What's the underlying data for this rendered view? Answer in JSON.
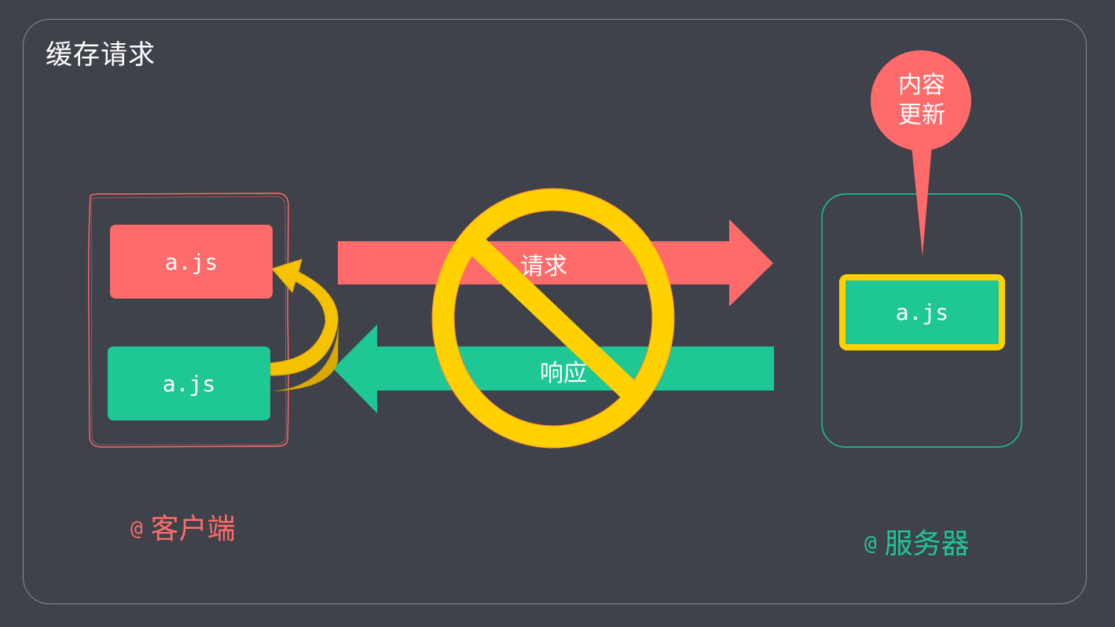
{
  "title": "缓存请求",
  "client": {
    "cached_file": "a.js",
    "new_file": "a.js",
    "at_symbol": "@",
    "label": "客户端"
  },
  "server": {
    "file": "a.js",
    "at_symbol": "@",
    "label": "服务器",
    "bubble_line1": "内容",
    "bubble_line2": "更新"
  },
  "arrows": {
    "request": "请求",
    "response": "响应"
  },
  "colors": {
    "background": "#3f424a",
    "red": "#ff6b6b",
    "green": "#1fc794",
    "yellow": "#ffd100",
    "frame": "#8a8c93"
  },
  "icons": [
    "prohibited-icon",
    "curved-arrow-icon",
    "speech-bubble-icon"
  ]
}
